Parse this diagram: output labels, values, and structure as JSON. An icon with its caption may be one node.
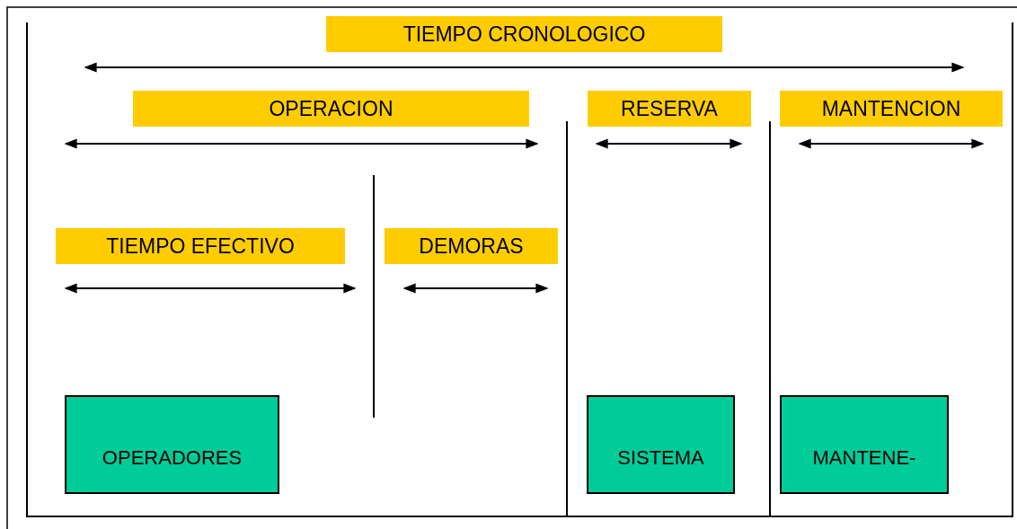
{
  "diagram": {
    "nodes": [
      {
        "text": [
          "TIEMPO CRONOLOGICO"
        ]
      },
      {
        "text": [
          "OPERACION"
        ]
      },
      {
        "text": [
          "RESERVA"
        ]
      },
      {
        "text": [
          "MANTENCION"
        ]
      },
      {
        "text": [
          "TIEMPO EFECTIVO"
        ]
      },
      {
        "text": [
          "DEMORAS"
        ]
      },
      {
        "text": [
          "OPERADORES"
        ]
      },
      {
        "text": [
          "SISTEMA"
        ]
      },
      {
        "text": [
          "MANTENE-"
        ]
      }
    ]
  }
}
